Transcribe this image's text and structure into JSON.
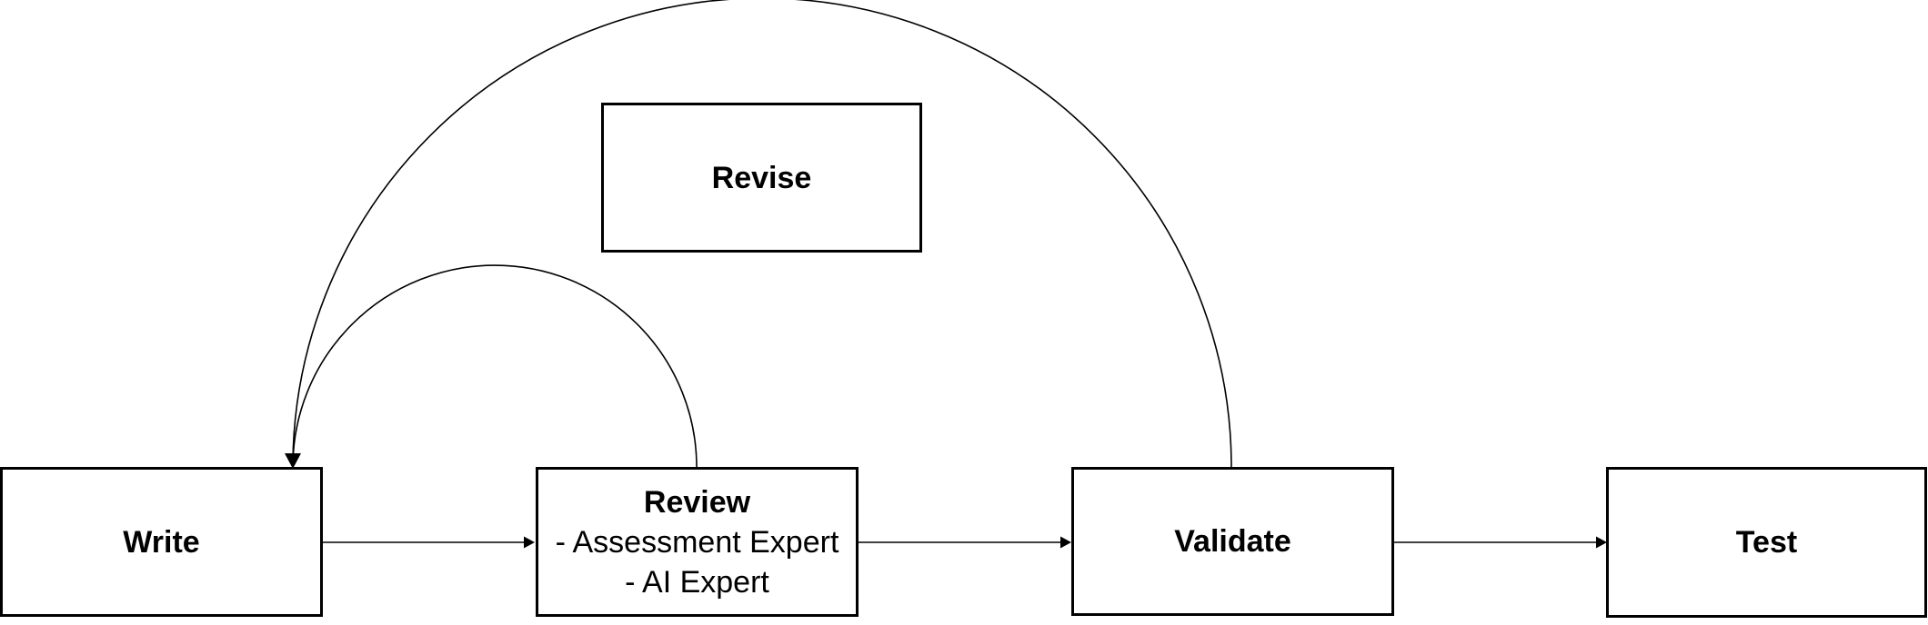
{
  "diagram": {
    "type": "flowchart",
    "colors": {
      "background": "#ffffff",
      "stroke": "#000000",
      "text": "#000000",
      "box_fill": "#ffffff"
    },
    "nodes": {
      "write": {
        "label": "Write"
      },
      "review": {
        "label": "Review",
        "items": [
          "- Assessment Expert",
          "- AI Expert"
        ]
      },
      "validate": {
        "label": "Validate"
      },
      "test": {
        "label": "Test"
      },
      "revise": {
        "label": "Revise"
      }
    },
    "edges": [
      {
        "id": "write-to-review",
        "from": "Write",
        "to": "Review",
        "style": "straight-arrow"
      },
      {
        "id": "review-to-validate",
        "from": "Review",
        "to": "Validate",
        "style": "straight-arrow"
      },
      {
        "id": "validate-to-test",
        "from": "Validate",
        "to": "Test",
        "style": "straight-arrow"
      },
      {
        "id": "review-to-write",
        "from": "Review",
        "to": "Write",
        "style": "arc-arrow"
      },
      {
        "id": "validate-to-write",
        "from": "Validate",
        "to": "Write",
        "style": "arc-arrow"
      }
    ]
  }
}
